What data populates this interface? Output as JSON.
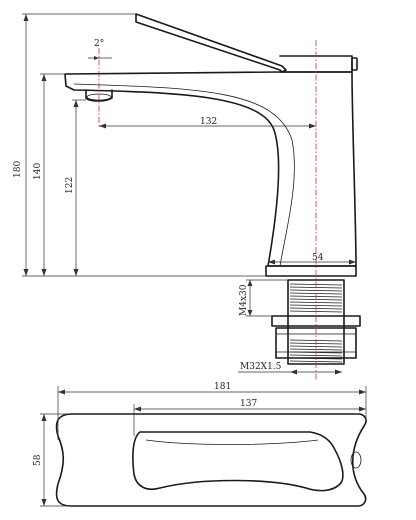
{
  "dimensions": {
    "tilt_angle": "2°",
    "spout_reach": "132",
    "total_height": "180",
    "spout_height_top": "140",
    "spout_height_outlet": "122",
    "base_diameter": "54",
    "thread_length": "M4x30",
    "thread_spec": "M32X1.5",
    "total_length": "181",
    "handle_length": "137",
    "top_width": "58"
  },
  "colors": {
    "outline": "#1a1a1a",
    "centerline": "#c0392b",
    "dimension": "#333333"
  }
}
